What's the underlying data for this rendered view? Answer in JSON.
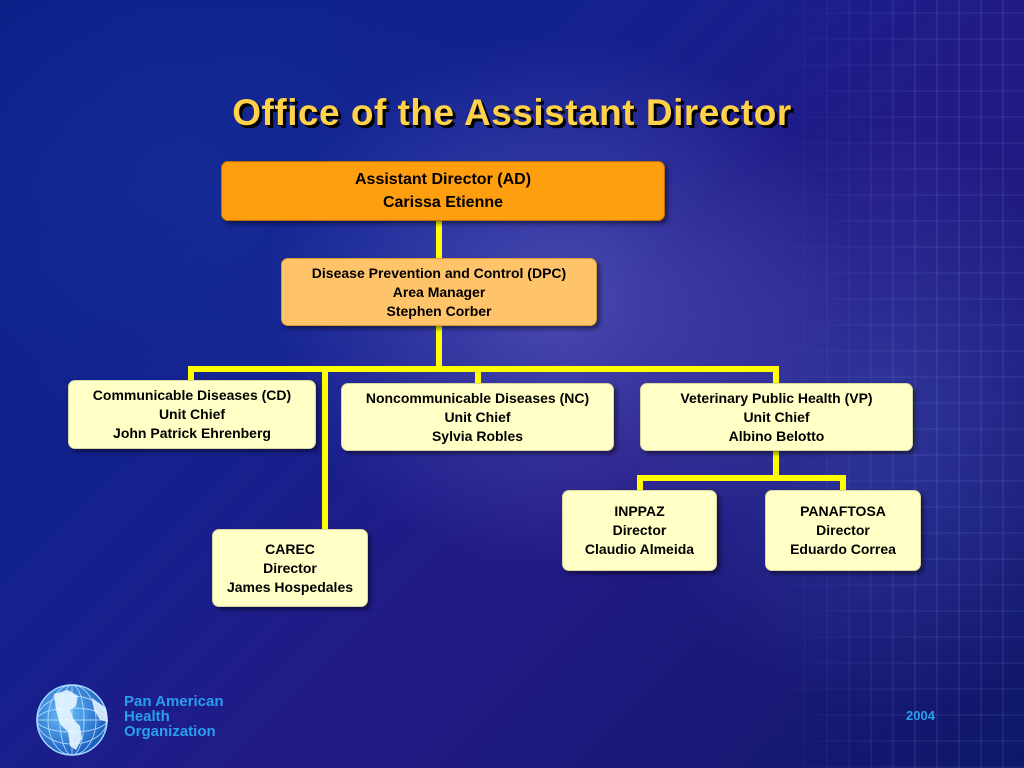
{
  "slide": {
    "title": "Office of the Assistant Director",
    "year": "2004"
  },
  "org_chart": {
    "assistant_director": {
      "role": "Assistant Director (AD)",
      "name": "Carissa Etienne"
    },
    "dpc": {
      "unit": "Disease Prevention and Control (DPC)",
      "role": "Area Manager",
      "name": "Stephen Corber"
    },
    "cd": {
      "unit": "Communicable Diseases (CD)",
      "role": "Unit Chief",
      "name": "John Patrick Ehrenberg"
    },
    "nc": {
      "unit": "Noncommunicable Diseases (NC)",
      "role": "Unit Chief",
      "name": "Sylvia Robles"
    },
    "vp": {
      "unit": "Veterinary Public Health (VP)",
      "role": "Unit Chief",
      "name": "Albino Belotto"
    },
    "carec": {
      "unit": "CAREC",
      "role": "Director",
      "name": "James Hospedales"
    },
    "inppaz": {
      "unit": "INPPAZ",
      "role": "Director",
      "name": "Claudio Almeida"
    },
    "panaftosa": {
      "unit": "PANAFTOSA",
      "role": "Director",
      "name": "Eduardo Correa"
    }
  },
  "logo": {
    "icon": "globe-icon",
    "line1": "Pan American",
    "line2": "Health",
    "line3": "Organization"
  },
  "colors": {
    "title": "#ffd24a",
    "connector": "#ffff00",
    "ad_box": "#ff9e0f",
    "dpc_box": "#ffc46a",
    "unit_box": "#ffffc6",
    "logo_text": "#2a9ff0"
  }
}
